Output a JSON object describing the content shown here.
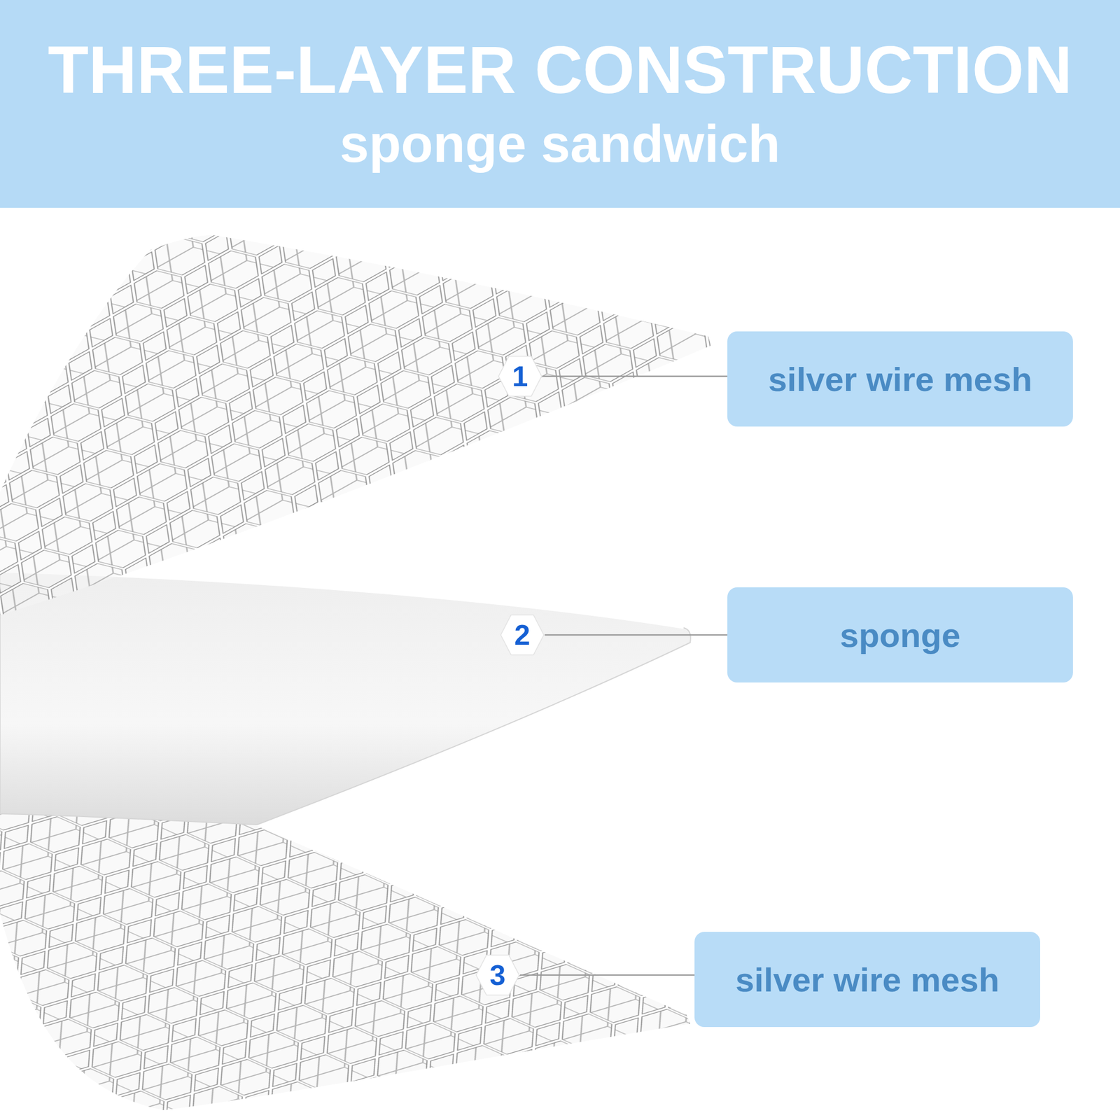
{
  "diagram": {
    "title": "THREE-LAYER CONSTRUCTION",
    "nodes": [
      {
        "text": [
          "1"
        ]
      },
      {
        "text": [
          "silver wire mesh"
        ]
      },
      {
        "text": [
          "2"
        ]
      },
      {
        "text": [
          "sponge"
        ]
      },
      {
        "text": [
          "3"
        ]
      },
      {
        "text": [
          "silver wire mesh"
        ]
      }
    ],
    "edges": [
      {
        "from": 0,
        "to": 1,
        "arrow": "none"
      },
      {
        "from": 2,
        "to": 3,
        "arrow": "none"
      },
      {
        "from": 4,
        "to": 5,
        "arrow": "none"
      }
    ],
    "labels": [
      "sponge sandwich"
    ]
  }
}
